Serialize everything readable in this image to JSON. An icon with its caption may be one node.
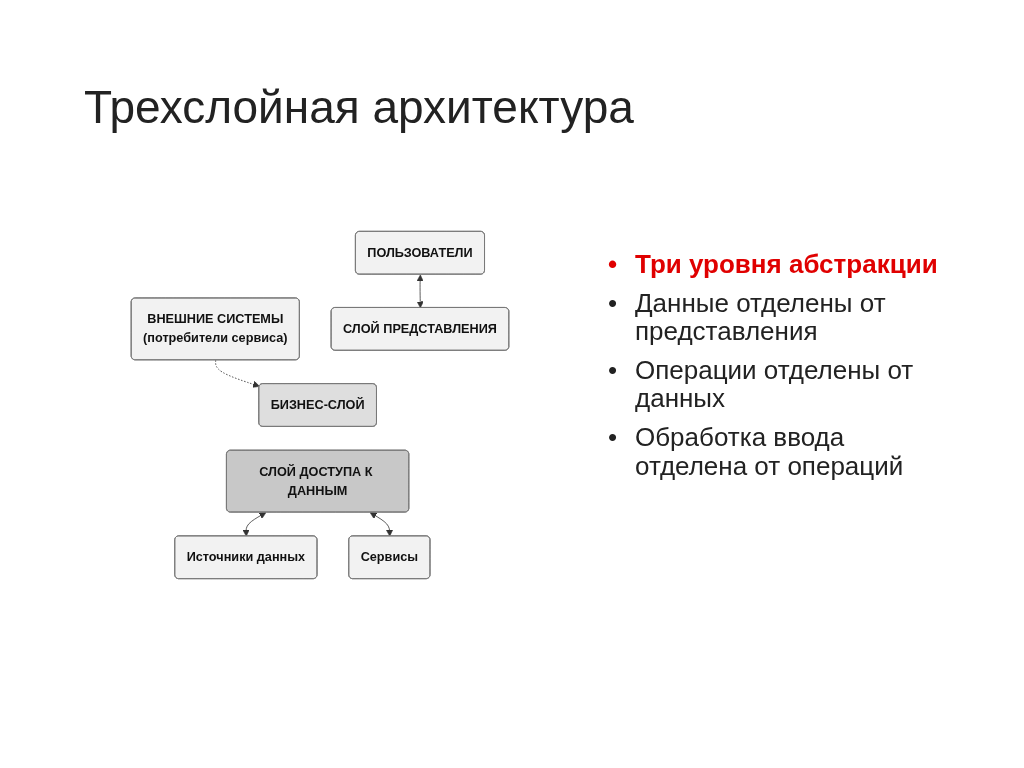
{
  "diagram": {
    "title": "Трехслойная архитектура",
    "nodes": [
      {
        "text": [
          "ПОЛЬЗОВАТЕЛИ"
        ]
      },
      {
        "text": [
          "ВНЕШНИЕ СИСТЕМЫ",
          "(потребители сервиса)"
        ]
      },
      {
        "text": [
          "СЛОЙ ПРЕДСТАВЛЕНИЯ"
        ]
      },
      {
        "text": [
          "БИЗНЕС-СЛОЙ"
        ]
      },
      {
        "text": [
          "СЛОЙ ДОСТУПА К ДАННЫМ"
        ]
      },
      {
        "text": [
          "Источники данных"
        ]
      },
      {
        "text": [
          "Сервисы"
        ]
      }
    ],
    "edges": [
      {
        "from": 0,
        "to": 2,
        "arrow": "both"
      },
      {
        "from": 1,
        "to": 3,
        "arrow": "to",
        "style": "dashed"
      },
      {
        "from": 4,
        "to": 5,
        "arrow": "both"
      },
      {
        "from": 4,
        "to": 6,
        "arrow": "both"
      }
    ],
    "labels": [
      "•",
      "Три уровня абстракции",
      "•",
      "Данные отделены от представления",
      "•",
      "Операции отделены от данных",
      "•",
      "Обработка ввода отделена от операций"
    ]
  }
}
